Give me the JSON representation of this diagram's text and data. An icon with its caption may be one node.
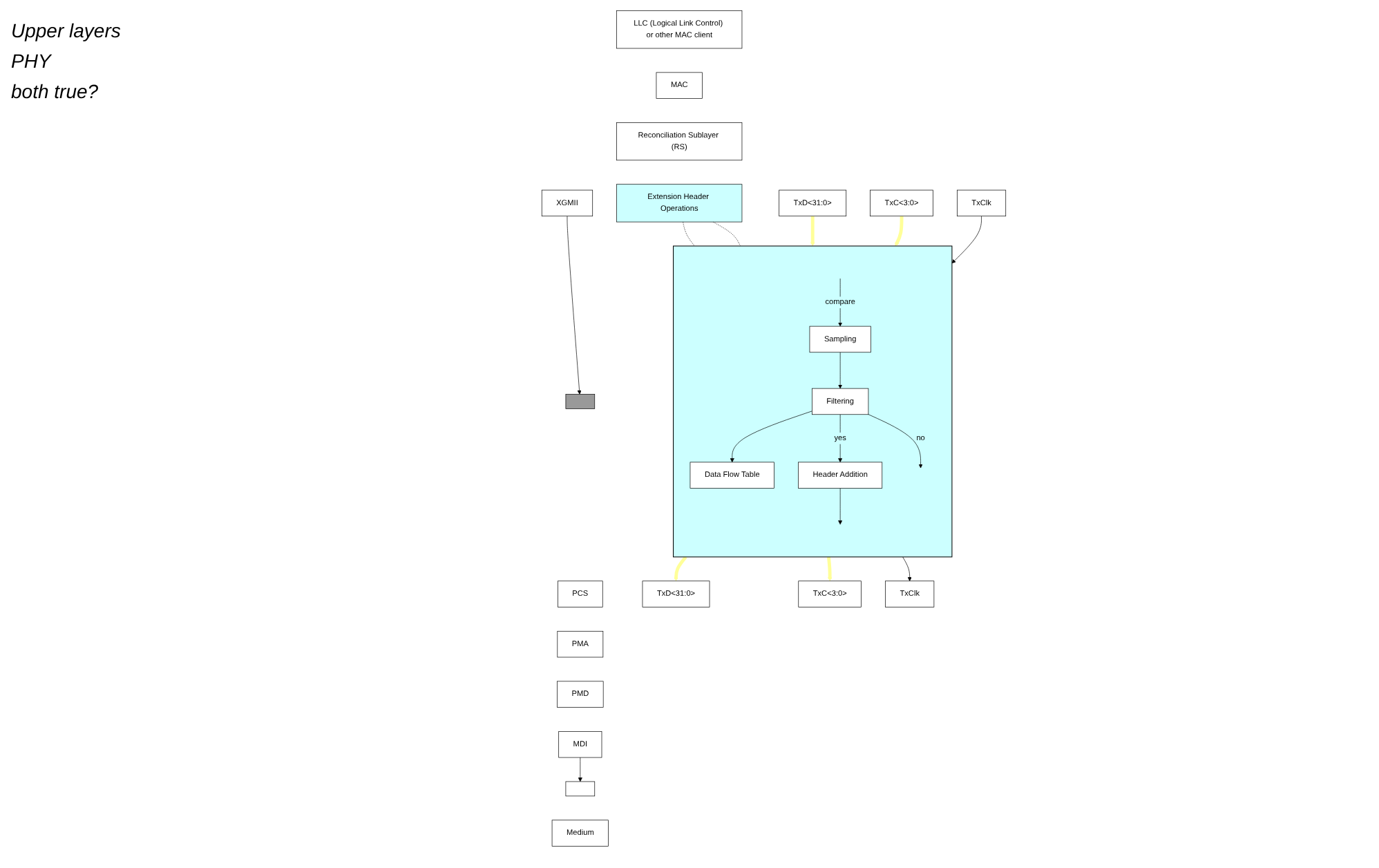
{
  "diagram": {
    "nodes": [
      {
        "text": [
          "LLC (Logical Link Control) or other MAC client"
        ]
      },
      {
        "text": [
          "MAC"
        ]
      },
      {
        "text": [
          "Reconciliation Sublayer (RS)"
        ]
      },
      {
        "text": [
          "Extension Header Operations"
        ]
      },
      {
        "text": [],
        "shape": "bar"
      },
      {
        "text": [
          "XGMII"
        ]
      },
      {
        "text": [
          "PCS"
        ]
      },
      {
        "text": [
          "PMA"
        ]
      },
      {
        "text": [
          "PMD"
        ]
      },
      {
        "text": [],
        "shape": "box"
      },
      {
        "text": [
          "MDI"
        ]
      },
      {
        "text": [
          "Medium"
        ]
      },
      {
        "text": [],
        "shape": "box"
      },
      {
        "text": [
          "TxD<31:0>"
        ]
      },
      {
        "text": [
          "TxC<3:0>"
        ]
      },
      {
        "text": [
          "TxClk"
        ]
      },
      {
        "text": [
          "Sampling"
        ],
        "in": 12
      },
      {
        "text": [
          "Filtering"
        ],
        "in": 12
      },
      {
        "text": [
          "Data Flow Table"
        ],
        "in": 12
      },
      {
        "text": [
          "Header Addition"
        ],
        "in": 12
      },
      {
        "text": [
          "TxD<31:0>"
        ]
      },
      {
        "text": [
          "TxC<3:0>"
        ]
      },
      {
        "text": [
          "TxClk"
        ]
      }
    ],
    "edges": [
      {
        "from": 5,
        "to": 4,
        "arrow": "to"
      },
      {
        "from": 10,
        "to": 9,
        "arrow": "to"
      },
      {
        "from": 3,
        "to": 12,
        "arrow": "none",
        "style": "dashed"
      },
      {
        "from": 3,
        "to": 12,
        "arrow": "none",
        "style": "dashed"
      },
      {
        "from": 13,
        "to": 12,
        "arrow": "to",
        "style": "thick",
        "color": "#ffff99"
      },
      {
        "from": 14,
        "to": 12,
        "arrow": "to",
        "style": "thick",
        "color": "#ffff99"
      },
      {
        "from": 15,
        "to": 12,
        "arrow": "to"
      },
      {
        "from": null,
        "to": 16,
        "arrow": "to",
        "label": "compare"
      },
      {
        "from": 16,
        "to": 17,
        "arrow": "to"
      },
      {
        "from": 17,
        "to": 18,
        "arrow": "to"
      },
      {
        "from": 17,
        "to": 19,
        "arrow": "to",
        "label": "yes"
      },
      {
        "from": 17,
        "to": null,
        "arrow": "to",
        "label": "no"
      },
      {
        "from": 19,
        "to": null,
        "arrow": "to"
      },
      {
        "from": 12,
        "to": 20,
        "arrow": "to",
        "style": "thick",
        "color": "#ffff99"
      },
      {
        "from": 12,
        "to": 21,
        "arrow": "to",
        "style": "thick",
        "color": "#ffff99"
      },
      {
        "from": 12,
        "to": 22,
        "arrow": "to"
      }
    ],
    "labels": [
      "Upper layers",
      "PHY",
      "both true?"
    ]
  }
}
